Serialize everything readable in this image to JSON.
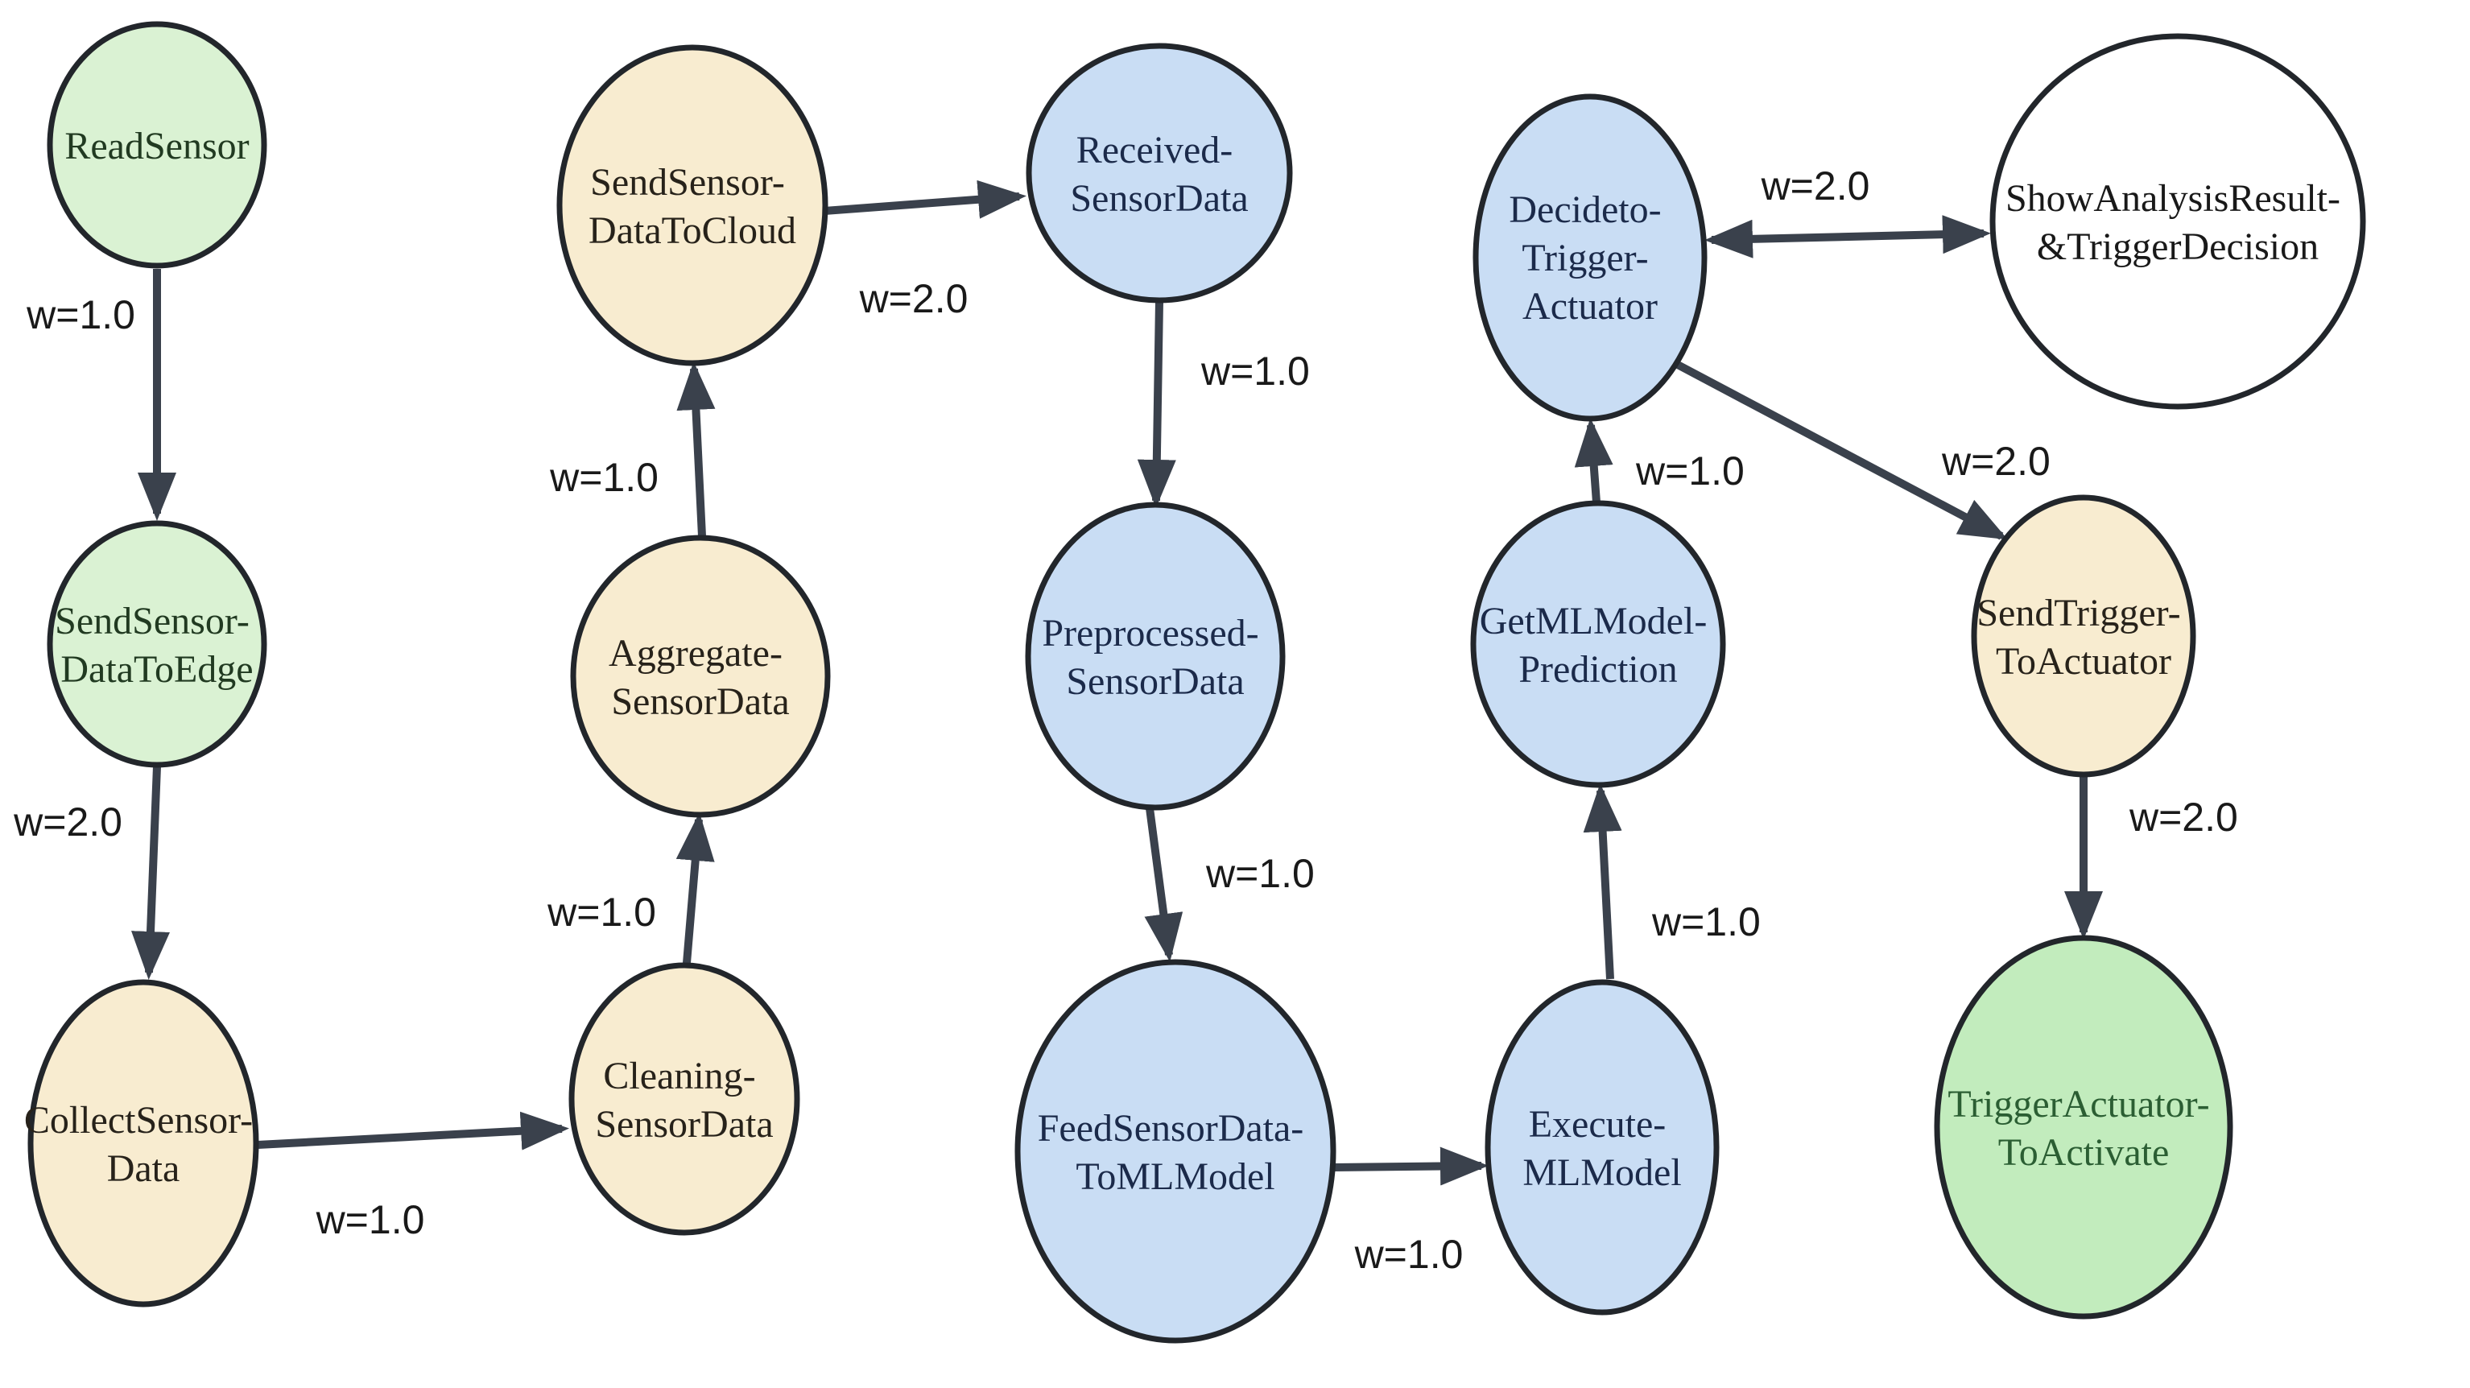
{
  "diagram": {
    "type": "directed-graph",
    "background": "#ffffff"
  },
  "colors": {
    "node_border": "#22262b",
    "edge_stroke": "#3a414c",
    "edge_label_text": "#191919",
    "green_light": "#daf2d3",
    "tan": "#f8ecd0",
    "blue": "#c9ddf4",
    "green_saturated": "#c2ecbd",
    "white": "#ffffff"
  },
  "nodes": [
    {
      "id": "read-sensor",
      "lines": [
        "ReadSensor"
      ],
      "fill": "#daf2d3",
      "text_color": "#213a21"
    },
    {
      "id": "send-sensor-data-to-edge",
      "lines": [
        "SendSensor-",
        "DataToEdge"
      ],
      "fill": "#daf2d3",
      "text_color": "#213a21"
    },
    {
      "id": "collect-sensor-data",
      "lines": [
        "CollectSensor-",
        "Data"
      ],
      "fill": "#f8ecd0",
      "text_color": "#27221a"
    },
    {
      "id": "send-sensor-data-to-cloud",
      "lines": [
        "SendSensor-",
        "DataToCloud"
      ],
      "fill": "#f8ecd0",
      "text_color": "#27221a"
    },
    {
      "id": "aggregate-sensor-data",
      "lines": [
        "Aggregate-",
        "SensorData"
      ],
      "fill": "#f8ecd0",
      "text_color": "#27221a"
    },
    {
      "id": "cleaning-sensor-data",
      "lines": [
        "Cleaning-",
        "SensorData"
      ],
      "fill": "#f8ecd0",
      "text_color": "#27221a"
    },
    {
      "id": "received-sensor-data",
      "lines": [
        "Received-",
        "SensorData"
      ],
      "fill": "#c9ddf4",
      "text_color": "#1b2a4a"
    },
    {
      "id": "preprocessed-sensor-data",
      "lines": [
        "Preprocessed-",
        "SensorData"
      ],
      "fill": "#c9ddf4",
      "text_color": "#1b2a4a"
    },
    {
      "id": "feed-sensor-data-to-ml-model",
      "lines": [
        "FeedSensorData-",
        "ToMLModel"
      ],
      "fill": "#c9ddf4",
      "text_color": "#1b2a4a"
    },
    {
      "id": "execute-ml-model",
      "lines": [
        "Execute-",
        "MLModel"
      ],
      "fill": "#c9ddf4",
      "text_color": "#1b2a4a"
    },
    {
      "id": "get-ml-model-prediction",
      "lines": [
        "GetMLModel-",
        "Prediction"
      ],
      "fill": "#c9ddf4",
      "text_color": "#1b2a4a"
    },
    {
      "id": "decide-to-trigger-actuator",
      "lines": [
        "Decideto-",
        "Trigger-",
        "Actuator"
      ],
      "fill": "#c9ddf4",
      "text_color": "#1b2a4a"
    },
    {
      "id": "show-analysis-result-trigger-decision",
      "lines": [
        "ShowAnalysisResult-",
        "&TriggerDecision"
      ],
      "fill": "#ffffff",
      "text_color": "#191919"
    },
    {
      "id": "send-trigger-to-actuator",
      "lines": [
        "SendTrigger-",
        "ToActuator"
      ],
      "fill": "#f8ecd0",
      "text_color": "#27221a"
    },
    {
      "id": "trigger-actuator-to-activate",
      "lines": [
        "TriggerActuator-",
        "ToActivate"
      ],
      "fill": "#c2ecbd",
      "text_color": "#2b5e33"
    }
  ],
  "edges": [
    {
      "from": "read-sensor",
      "to": "send-sensor-data-to-edge",
      "label": "w=1.0",
      "direction": "down"
    },
    {
      "from": "send-sensor-data-to-edge",
      "to": "collect-sensor-data",
      "label": "w=2.0",
      "direction": "down"
    },
    {
      "from": "collect-sensor-data",
      "to": "cleaning-sensor-data",
      "label": "w=1.0",
      "direction": "right"
    },
    {
      "from": "cleaning-sensor-data",
      "to": "aggregate-sensor-data",
      "label": "w=1.0",
      "direction": "up"
    },
    {
      "from": "aggregate-sensor-data",
      "to": "send-sensor-data-to-cloud",
      "label": "w=1.0",
      "direction": "up"
    },
    {
      "from": "send-sensor-data-to-cloud",
      "to": "received-sensor-data",
      "label": "w=2.0",
      "direction": "right"
    },
    {
      "from": "received-sensor-data",
      "to": "preprocessed-sensor-data",
      "label": "w=1.0",
      "direction": "down"
    },
    {
      "from": "preprocessed-sensor-data",
      "to": "feed-sensor-data-to-ml-model",
      "label": "w=1.0",
      "direction": "down"
    },
    {
      "from": "feed-sensor-data-to-ml-model",
      "to": "execute-ml-model",
      "label": "w=1.0",
      "direction": "right"
    },
    {
      "from": "execute-ml-model",
      "to": "get-ml-model-prediction",
      "label": "w=1.0",
      "direction": "up"
    },
    {
      "from": "get-ml-model-prediction",
      "to": "decide-to-trigger-actuator",
      "label": "w=1.0",
      "direction": "up"
    },
    {
      "from": "decide-to-trigger-actuator",
      "to": "show-analysis-result-trigger-decision",
      "label": "w=2.0",
      "direction": "bidirectional"
    },
    {
      "from": "decide-to-trigger-actuator",
      "to": "send-trigger-to-actuator",
      "label": "w=2.0",
      "direction": "down-right"
    },
    {
      "from": "send-trigger-to-actuator",
      "to": "trigger-actuator-to-activate",
      "label": "w=2.0",
      "direction": "down"
    }
  ]
}
